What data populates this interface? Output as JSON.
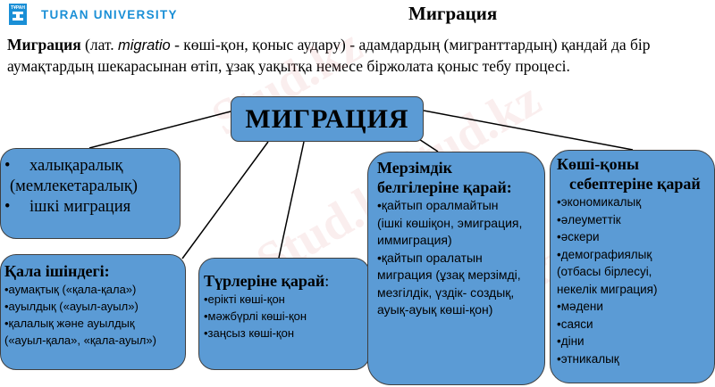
{
  "header": {
    "logo_mark_text": "ТҰРАН",
    "logo_text": "TURAN UNIVERSITY",
    "title": "Миграция"
  },
  "intro": {
    "term": "Миграция",
    "latin_prefix": " (лат. ",
    "latin_word": "migratio",
    "definition": " - көші-қон, қоныс аудару) - адамдардың (мигранттардың) қандай да бір аумақтардың шекарасынан өтіп, ұзақ уақытқа немесе біржолата қоныс тебу процесі."
  },
  "diagram": {
    "center_label": "МИГРАЦИЯ",
    "box_scope": {
      "items": [
        "халықаралық",
        "(мемлекетаралық)",
        "ішкі миграция"
      ],
      "bullet": "•"
    },
    "box_city": {
      "heading": "Қала ішіндегі:",
      "items": [
        "•аумақтық («қала-қала»)",
        "•ауылдық («ауыл-ауыл»)",
        "•қалалық және ауылдық",
        "(«ауыл-қала», «қала-ауыл»)"
      ]
    },
    "box_types": {
      "heading": "Түрлеріне қарай",
      "heading_suffix": ":",
      "items": [
        "•ерікті көші-қон",
        "•мәжбүрлі көші-қон",
        "•заңсыз көші-қон"
      ]
    },
    "box_duration": {
      "heading_line1": "Мерзімдік",
      "heading_line2": "белгілеріне қарай:",
      "items": [
        "•қайтып оралмайтын",
        "(ішкі көшіқон, эмиграция,",
        "иммиграция)",
        "•қайтып оралатын",
        "миграция (ұзақ мерзімді,",
        "мезгілдік, үздік- создық,",
        "ауық-ауық көші-қон)"
      ]
    },
    "box_causes": {
      "heading_line1": "Көші-қоны",
      "heading_line2": "себептеріне қарай",
      "items": [
        "•экономикалық",
        "•әлеуметтік",
        "•әскери",
        "•демографиялық",
        "(отбасы бірлесуі,",
        "некелік миграция)",
        "•мәдени",
        "•саяси",
        "•діни",
        "•этникалық"
      ]
    },
    "colors": {
      "box_fill": "#5b9bd5",
      "box_border": "#3f3f3f",
      "brand": "#1a8fd6"
    }
  },
  "watermarks": [
    "Stud.kz",
    "Stud.kz",
    "Stud.kz",
    "Stud.kz"
  ]
}
